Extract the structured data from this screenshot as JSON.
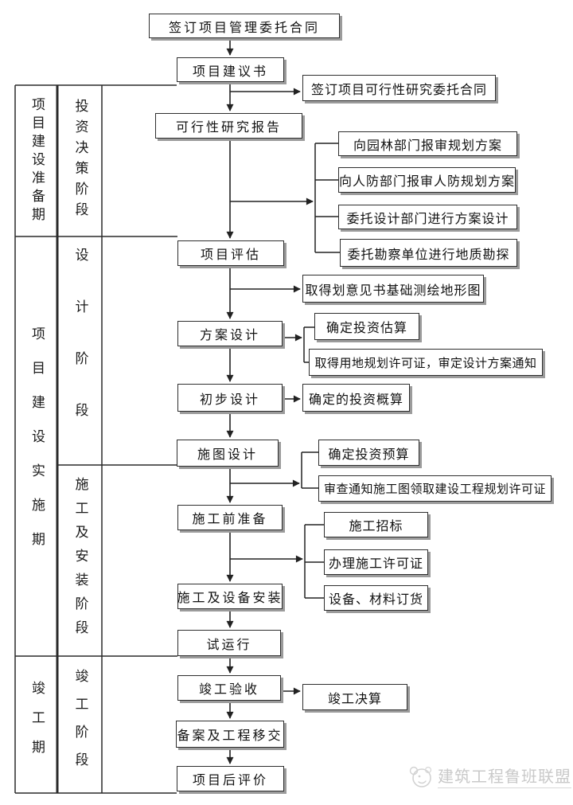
{
  "sidebar": {
    "periods": [
      "项目建设准备期",
      "项目建设实施期",
      "竣工期"
    ],
    "stages": [
      "投资决策阶段",
      "设计阶段",
      "施工及安装阶段",
      "竣工阶段"
    ]
  },
  "flow": {
    "main": [
      "签订项目管理委托合同",
      "项目建议书",
      "可行性研究报告",
      "项目评估",
      "方案设计",
      "初步设计",
      "施图设计",
      "施工前准备",
      "施工及设备安装",
      "试运行",
      "竣工验收",
      "备案及工程移交",
      "项目后评价"
    ],
    "side": [
      "签订项目可行性研究委托合同",
      "向园林部门报审规划方案",
      "向人防部门报审人防规划方案",
      "委托设计部门进行方案设计",
      "委托勘察单位进行地质勘探",
      "取得划意见书基础测绘地形图",
      "确定投资估算",
      "取得用地规划许可证，审定设计方案通知",
      "确定的投资概算",
      "确定投资预算",
      "审查通知施工图领取建设工程规划许可证",
      "施工招标",
      "办理施工许可证",
      "设备、材料订货",
      "竣工决算"
    ]
  },
  "watermark": {
    "text": "建筑工程鲁班联盟",
    "logo": "luban-panda-logo-icon"
  },
  "colors": {
    "line": "#222222",
    "box_border": "#2e2e2e",
    "box_shadow": "#9b9b9b",
    "watermark": "#c9c9c9"
  }
}
